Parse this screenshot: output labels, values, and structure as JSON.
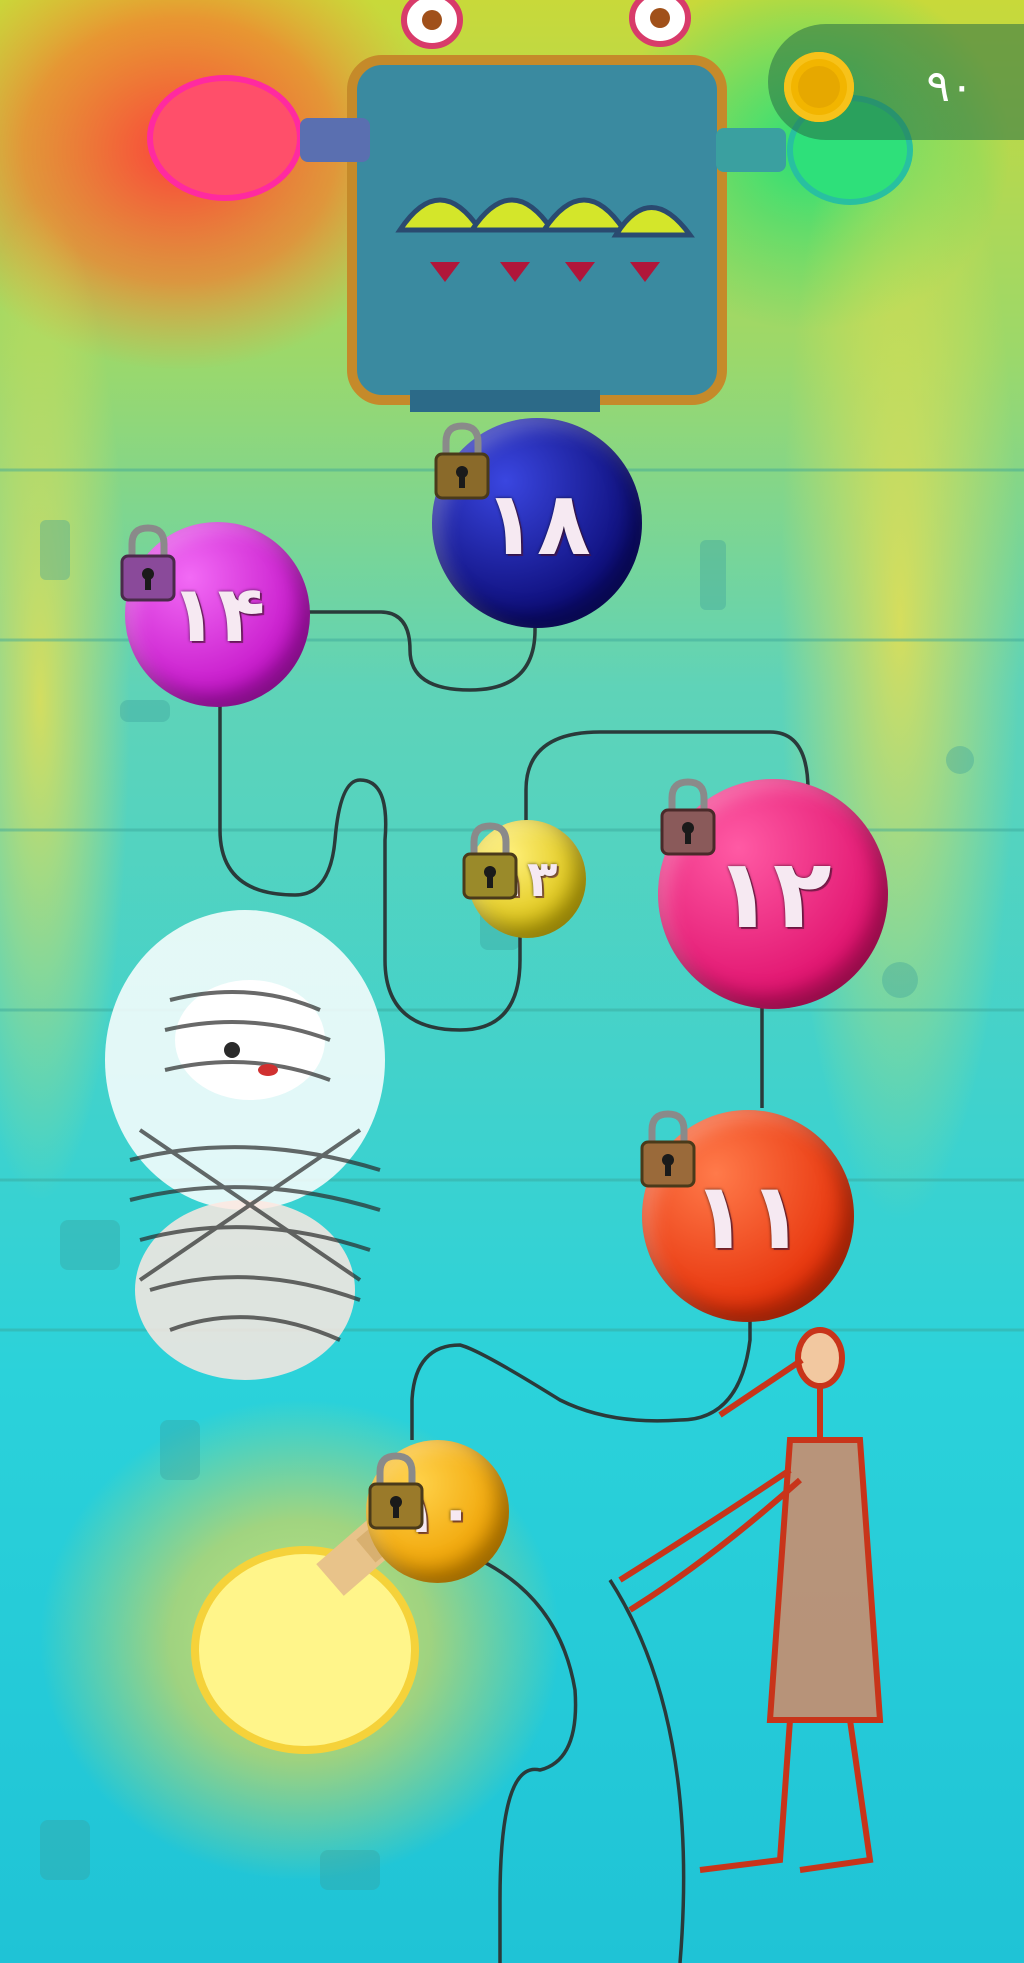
{
  "hud": {
    "coin_icon": "coin-icon",
    "coin_count": "۹۰"
  },
  "levels": [
    {
      "number": "۱۸",
      "color": "#14148f",
      "locked": true
    },
    {
      "number": "۱۴",
      "color": "#d21ad6",
      "locked": true
    },
    {
      "number": "۱۲",
      "color": "#e8197a",
      "locked": true
    },
    {
      "number": "۱۳",
      "color": "#e6d316",
      "locked": true
    },
    {
      "number": "۱۱",
      "color": "#ee3d10",
      "locked": true
    },
    {
      "number": "۱۰",
      "color": "#f0a800",
      "locked": true
    }
  ],
  "icons": {
    "lock": "padlock-icon"
  }
}
